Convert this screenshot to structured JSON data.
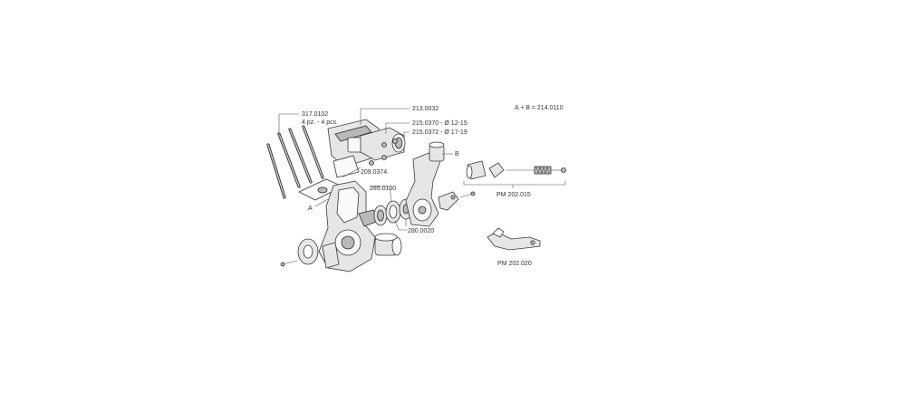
{
  "labels": {
    "rods": {
      "part": "317.0102",
      "qty": "4 pz. - 4 pcs."
    },
    "manifold": "213.0032",
    "sleeve_small": "215.0370 - Ø 12-15",
    "sleeve_large": "215.0372 - Ø 17-19",
    "gasket": "209.0374",
    "marker_a": "A",
    "marker_b": "B",
    "formula": "A + B = 214.0110",
    "bearing": "285.0100",
    "seal": "280.0020",
    "cable_kit": "PM 202.015",
    "lever": "PM 202.020"
  },
  "colors": {
    "line": "#3a3a3a",
    "fill": "#e6e6e6",
    "text": "#333333"
  }
}
